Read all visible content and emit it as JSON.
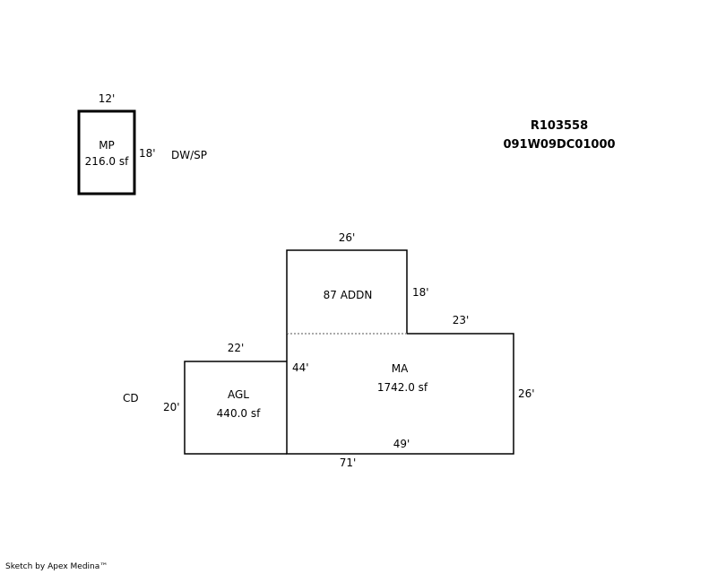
{
  "parcel": {
    "account": "R103558",
    "map_number": "091W09DC01000"
  },
  "structures": {
    "mp": {
      "name": "MP",
      "area": "216.0 sf",
      "width": "12'",
      "depth": "18'",
      "note": "DW/SP"
    },
    "addition": {
      "name": "87 ADDN",
      "width": "26'",
      "depth": "18'"
    },
    "main": {
      "name": "MA",
      "area": "1742.0 sf",
      "top_right": "23'",
      "right": "26'",
      "bottom": "49'",
      "left": "44'"
    },
    "garage": {
      "name": "AGL",
      "area": "440.0 sf",
      "width": "22'",
      "depth": "20'",
      "note": "CD"
    }
  },
  "overall_width": "71'",
  "credit": "Sketch by Apex Medina™"
}
